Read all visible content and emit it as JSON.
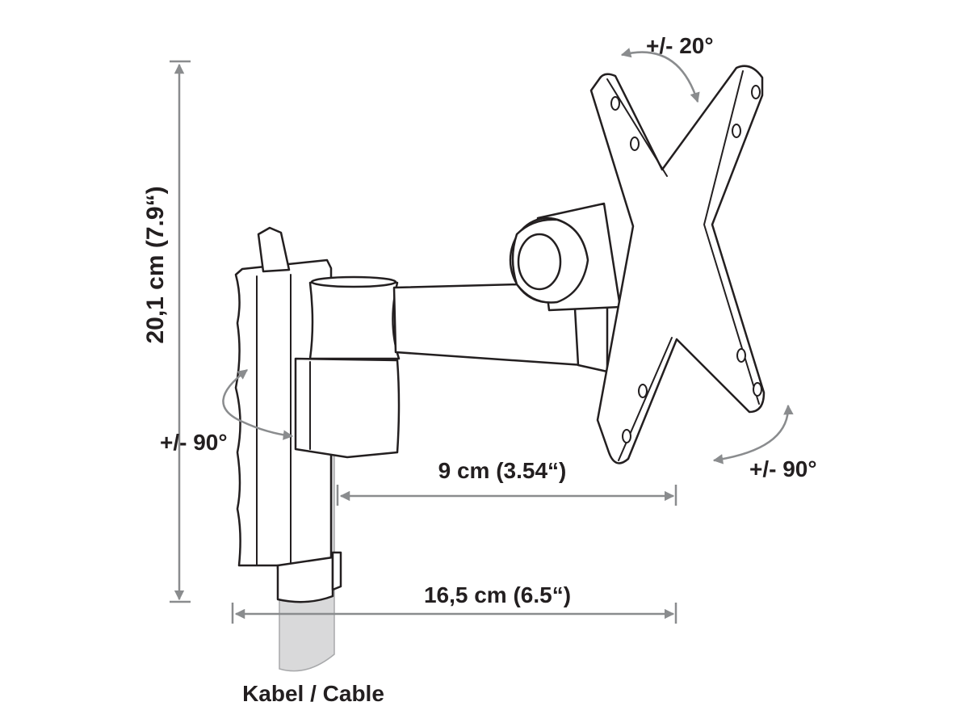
{
  "labels": {
    "height": "20,1 cm (7.9“)",
    "tilt": "+/- 20°",
    "swivel_left": "+/- 90°",
    "rotate_right": "+/- 90°",
    "arm_length": "9 cm (3.54“)",
    "total_depth": "16,5 cm (6.5“)",
    "cable": "Kabel / Cable"
  },
  "colors": {
    "line": "#231f20",
    "dimension": "#8a8c8e",
    "cable_fill": "#d9d9da"
  }
}
